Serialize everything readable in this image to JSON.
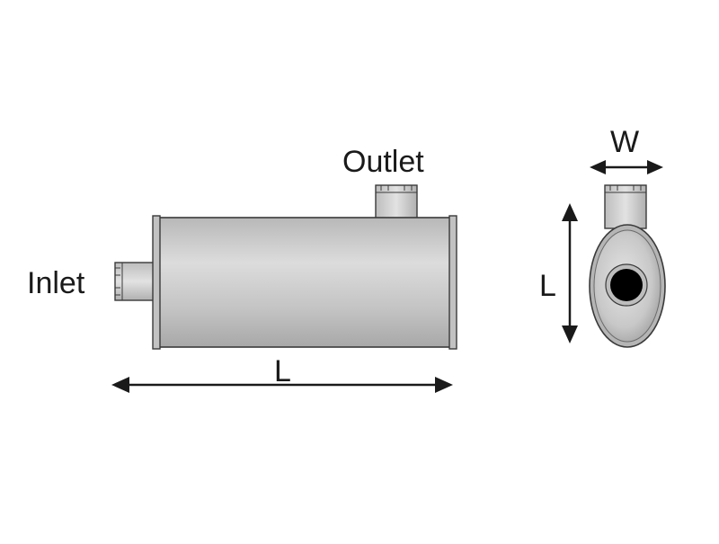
{
  "labels": {
    "outlet": "Outlet",
    "inlet": "Inlet",
    "length_side": "L",
    "width_end": "W",
    "length_end": "L"
  },
  "colors": {
    "body_light": "#dadada",
    "body_mid": "#bdbdbd",
    "body_dark": "#9a9a9a",
    "outline": "#3a3a3a",
    "text": "#1a1a1a",
    "hole": "#000000"
  }
}
